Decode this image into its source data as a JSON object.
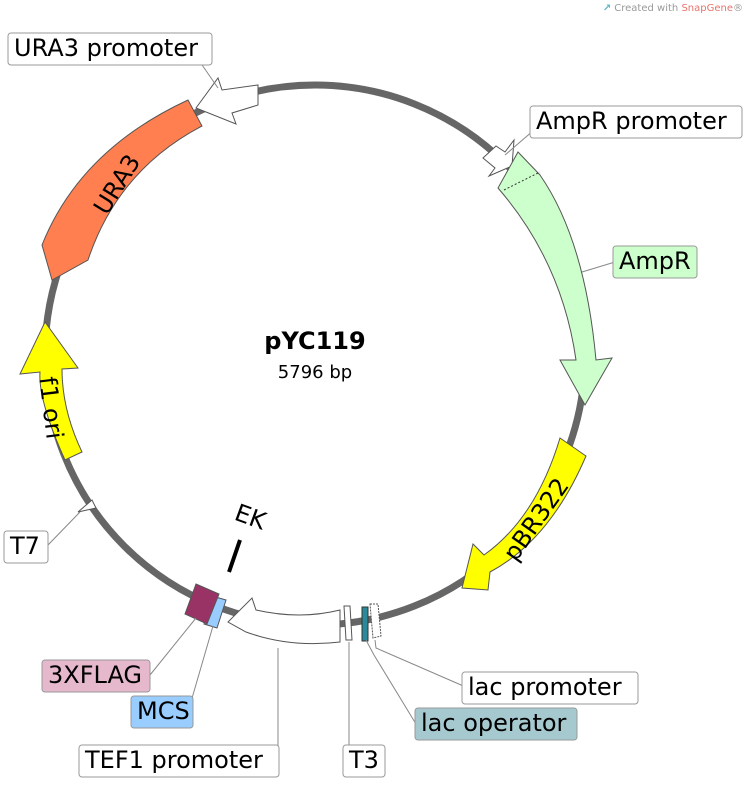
{
  "credit": {
    "prefix": "Created with ",
    "brand": "SnapGene",
    "mark": "®"
  },
  "plasmid": {
    "name": "pYC119",
    "length_label": "5796 bp"
  },
  "features": {
    "ura3": "URA3",
    "ampr": "AmpR",
    "pbr322": "pBR322",
    "f1ori": "f1 ori",
    "ek": "EK"
  },
  "labels": {
    "ura3_promoter": "URA3 promoter",
    "ampr_promoter": "AmpR promoter",
    "ampr": "AmpR",
    "t7": "T7",
    "flag": "3XFLAG",
    "mcs": "MCS",
    "tef1_promoter": "TEF1 promoter",
    "t3": "T3",
    "lac_promoter": "lac promoter",
    "lac_operator": "lac operator"
  },
  "colors": {
    "backbone": "#666666",
    "ura3": "#ff7f50",
    "ampr": "#ccffcc",
    "pbr322": "#ffff00",
    "f1ori": "#ffff00",
    "flag": "#993366",
    "mcs": "#99ccff",
    "lac_operator": "#2a8a9a",
    "ampr_label_bg": "#ccffcc",
    "flag_label_bg": "#e6b8cc",
    "mcs_label_bg": "#99ccff",
    "lac_operator_label_bg": "#a6c9cf"
  }
}
